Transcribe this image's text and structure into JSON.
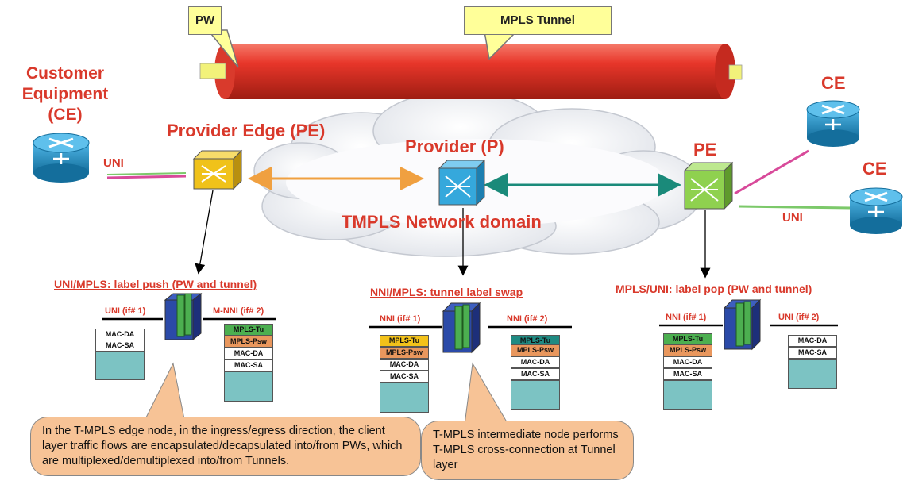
{
  "callouts": {
    "pw": "PW",
    "mpls_tunnel": "MPLS Tunnel"
  },
  "labels": {
    "customer_equipment": "Customer Equipment (CE)",
    "customer_equipment_lines": [
      "Customer",
      "Equipment",
      "(CE)"
    ],
    "provider_edge": "Provider Edge (PE)",
    "provider": "Provider (P)",
    "pe_right": "PE",
    "ce_top_right": "CE",
    "ce_bottom_right": "CE",
    "uni_left": "UNI",
    "uni_right": "UNI",
    "network_domain": "TMPLS Network domain"
  },
  "sections": {
    "left": {
      "title": "UNI/MPLS: label push (PW and tunnel)",
      "port_in": "UNI (if# 1)",
      "port_out": "M-NNI (if# 2)",
      "stack_in": [
        "MAC-DA",
        "MAC-SA"
      ],
      "stack_out": [
        "MPLS-Tu",
        "MPLS-Psw",
        "MAC-DA",
        "MAC-SA"
      ]
    },
    "middle": {
      "title": "NNI/MPLS: tunnel label swap",
      "port_in": "NNI (if# 1)",
      "port_out": "NNI (if# 2)",
      "stack_in": [
        "MPLS-Tu",
        "MPLS-Psw",
        "MAC-DA",
        "MAC-SA"
      ],
      "stack_out": [
        "MPLS-Tu",
        "MPLS-Psw",
        "MAC-DA",
        "MAC-SA"
      ]
    },
    "right": {
      "title": "MPLS/UNI: label pop (PW and tunnel)",
      "port_in": "NNI (if# 1)",
      "port_out": "UNI (if# 2)",
      "stack_in": [
        "MPLS-Tu",
        "MPLS-Psw",
        "MAC-DA",
        "MAC-SA"
      ],
      "stack_out": [
        "MAC-DA",
        "MAC-SA"
      ]
    }
  },
  "notes": {
    "edge_node": "In the T-MPLS edge node, in the ingress/egress direction, the client layer traffic flows are encapsulated/decapsulated into/from PWs, which are multiplexed/demultiplexed into/from Tunnels.",
    "intermediate_node": "T-MPLS intermediate node performs T-MPLS cross-connection at Tunnel layer"
  },
  "colors": {
    "tunnel": "#e8362a",
    "pw": "#f2f27a",
    "label_red": "#d9392b",
    "router_blue": "#1f8fc7",
    "pe_yellow": "#f0c21a",
    "p_blue": "#35a8dc",
    "pe_green": "#8fd14f",
    "link_orange": "#f0a040",
    "link_teal": "#1a8a7a",
    "uni_pink": "#d84a9a",
    "uni_green": "#7cc96a",
    "callout_bg": "#ffff99",
    "note_bg": "#f7c396"
  },
  "icons": [
    "router-icon",
    "pe-switch-icon",
    "p-switch-icon",
    "xc-node-icon",
    "cloud-icon",
    "pipe-icon"
  ]
}
